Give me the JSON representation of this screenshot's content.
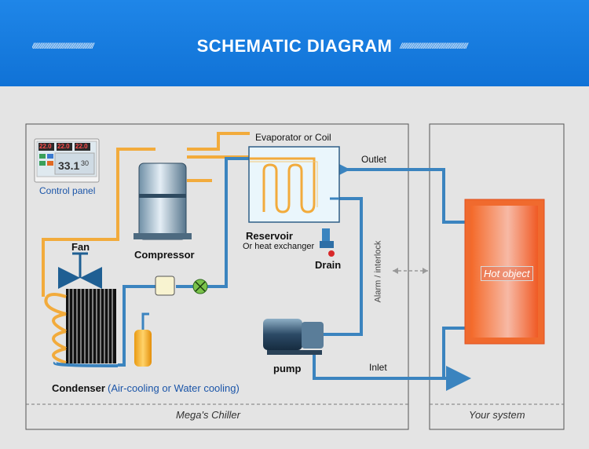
{
  "header": {
    "title": "SCHEMATIC DIAGRAM",
    "hatch_left": "////////////////////////////////////////////",
    "hatch_right": "////////////////////////////////////////////////"
  },
  "labels": {
    "control_panel": "Control panel",
    "compressor": "Compressor",
    "fan": "Fan",
    "condenser": "Condenser",
    "condenser_note": "(Air-cooling or Water cooling)",
    "evaporator": "Evaporator or Coil",
    "reservoir": "Reservoir",
    "reservoir_note": "Or heat exchanger",
    "drain": "Drain",
    "pump": "pump",
    "outlet": "Outlet",
    "inlet": "Inlet",
    "alarm": "Alarm / interlock",
    "hot_object": "Hot object",
    "chiller_section": "Mega's Chiller",
    "system_section": "Your system"
  },
  "panel_display": {
    "d1": "22.0",
    "d2": "22.0",
    "d3": "22.0",
    "main": "33.1",
    "side": "30"
  },
  "colors": {
    "refrigerant": "#f2ab3c",
    "water": "#3b84bf",
    "banner": "#1a7fe3",
    "hot": "#ee5a26"
  }
}
